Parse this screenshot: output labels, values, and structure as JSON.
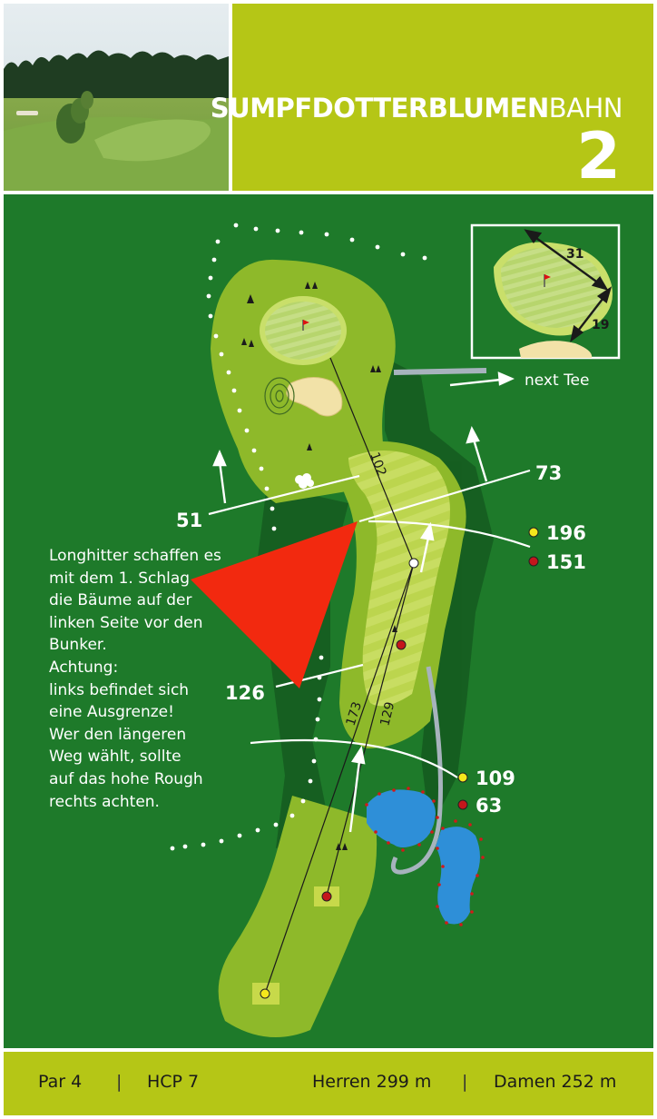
{
  "header": {
    "title_bold": "SUMPFDOTTERBLUMEN",
    "title_light": "BAHN",
    "hole_number": "2"
  },
  "notes": {
    "lines": [
      "Longhitter schaffen es",
      "mit dem 1. Schlag",
      "die Bäume auf der",
      "linken Seite vor den",
      "Bunker.",
      "Achtung:",
      "links befindet sich",
      "eine Ausgrenze!",
      "Wer den längeren",
      "Weg wählt, sollte",
      "auf das hohe Rough",
      "rechts achten."
    ]
  },
  "distances": {
    "d51": "51",
    "d73": "73",
    "d196": "196",
    "d151": "151",
    "d126": "126",
    "d109": "109",
    "d63": "63",
    "d102": "102",
    "d173": "173",
    "d129": "129"
  },
  "green_inset": {
    "depth": "31",
    "width": "19"
  },
  "next_tee_label": "next Tee",
  "footer": {
    "par": "Par 4",
    "hcp": "HCP 7",
    "men": "Herren 299 m",
    "women": "Damen 252 m",
    "separator": "|"
  },
  "colors": {
    "header_bg": "#b5c616",
    "map_bg": "#1e7a2a",
    "fairway": "#8db82a",
    "green": "#b9d86a",
    "water": "#2e8fd8",
    "bunker": "#f2e2a8",
    "marker_yellow": "#f5e71c",
    "marker_red": "#c4161c",
    "arrow_red": "#f2290f"
  },
  "icons": [
    "flag-icon",
    "bush-icon",
    "tree-icon",
    "arrow-icon"
  ]
}
